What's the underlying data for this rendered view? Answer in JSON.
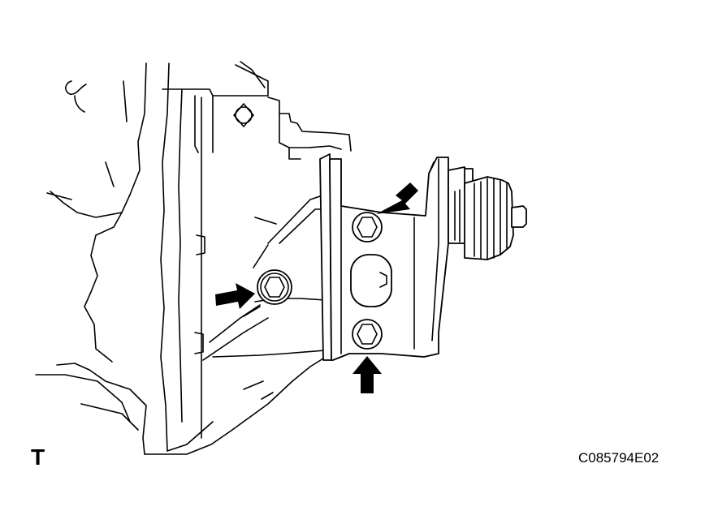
{
  "figure": {
    "view_letter": "T",
    "illustration_code": "C085794E02"
  },
  "callouts": {
    "count": 3,
    "arrow_color": "#000000"
  }
}
